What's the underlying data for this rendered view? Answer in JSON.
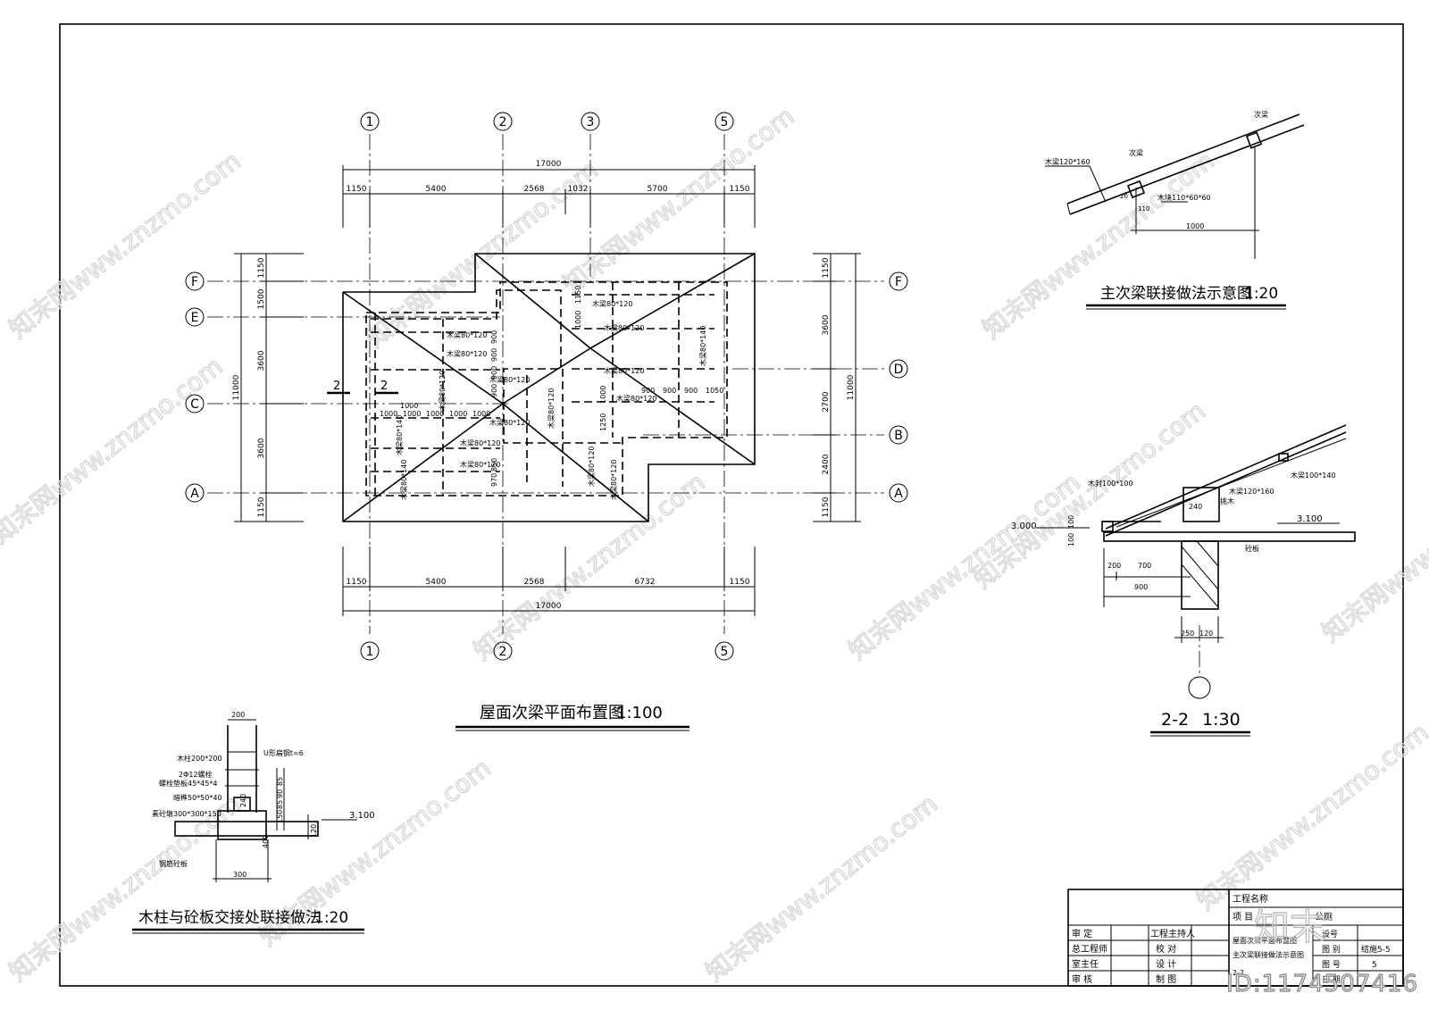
{
  "plan": {
    "title": "屋面次梁平面布置图",
    "scale": "1:100",
    "axes_top": [
      "1",
      "2",
      "3",
      "5"
    ],
    "axes_bottom": [
      "1",
      "2",
      "5"
    ],
    "axes_left": [
      "F",
      "E",
      "C",
      "A"
    ],
    "axes_right": [
      "F",
      "D",
      "B",
      "A"
    ],
    "dims_top_total": "17000",
    "dims_top": [
      "1150",
      "5400",
      "2568",
      "1032",
      "5700",
      "1150"
    ],
    "dims_bottom": [
      "1150",
      "5400",
      "2568",
      "6732",
      "1150"
    ],
    "dims_bottom_total": "17000",
    "dims_left": [
      "1150",
      "1500",
      "3600",
      "3600",
      "1150"
    ],
    "dims_left_total": "11000",
    "dims_right": [
      "1150",
      "3600",
      "2700",
      "2400",
      "1150"
    ],
    "dims_right_total": "11000",
    "section_mark": "2",
    "beam_labels": [
      "木梁80*120",
      "木梁80*120",
      "木梁80*120",
      "木梁80*120",
      "木梁80*120",
      "木梁80*120",
      "木梁80*120",
      "木梁80*120",
      "木梁80*120",
      "木梁80*120",
      "木梁80*140",
      "木梁80*140",
      "木梁80*120",
      "木梁80*140",
      "木梁80*120",
      "木梁80*120",
      "木梁80*120"
    ],
    "spacing_labels": [
      "1000",
      "1000",
      "1000",
      "1000",
      "1000",
      "1000",
      "900",
      "900",
      "900",
      "900",
      "900",
      "900",
      "1050",
      "1000",
      "1250",
      "900",
      "1150",
      "1000",
      "850",
      "970"
    ]
  },
  "detail_joint": {
    "title": "主次梁联接做法示意图",
    "scale": "1:20",
    "labels": [
      "次梁",
      "次梁",
      "木梁120*160",
      "木块110*60*60",
      "1000",
      "110",
      "20"
    ]
  },
  "section_22": {
    "title": "2-2",
    "scale": "1:30",
    "labels": [
      "木梁100*140",
      "木封100*100",
      "木梁120*160",
      "3.000",
      "3.100",
      "100",
      "100",
      "240",
      "700",
      "200",
      "900",
      "250",
      "120",
      "砼板",
      "挑木"
    ]
  },
  "detail_column": {
    "title": "木柱与砼板交接处联接做法",
    "scale": "1:20",
    "labels": [
      "200",
      "木柱200*200",
      "U形扁钢t=6",
      "2Φ12螺栓",
      "螺栓垫板45*45*4",
      "暗榫50*50*40",
      "素砼墩300*300*150",
      "钢筋砼板",
      "300",
      "3.100",
      "85",
      "90",
      "85",
      "150",
      "120",
      "400",
      "240"
    ]
  },
  "title_block": {
    "rows_left": [
      "审 定",
      "总工程师",
      "室主任",
      "审 核"
    ],
    "rows_mid": [
      "工程主持人",
      "校 对",
      "设 计",
      "制 图"
    ],
    "project_label": "工程名称",
    "project_sub": "项 目",
    "project_name": "公厕",
    "drawing_names": [
      "屋面次梁平面布置图",
      "主次梁联接做法示意图",
      "2-2"
    ],
    "right_labels": [
      "设号",
      "图 别",
      "图 号",
      "日 期"
    ],
    "right_values": [
      "",
      "结施5-5",
      "5",
      ""
    ]
  },
  "watermark": {
    "text": "知末网www.znzmo.com",
    "logo": "知末",
    "id": "ID:1174507416"
  }
}
